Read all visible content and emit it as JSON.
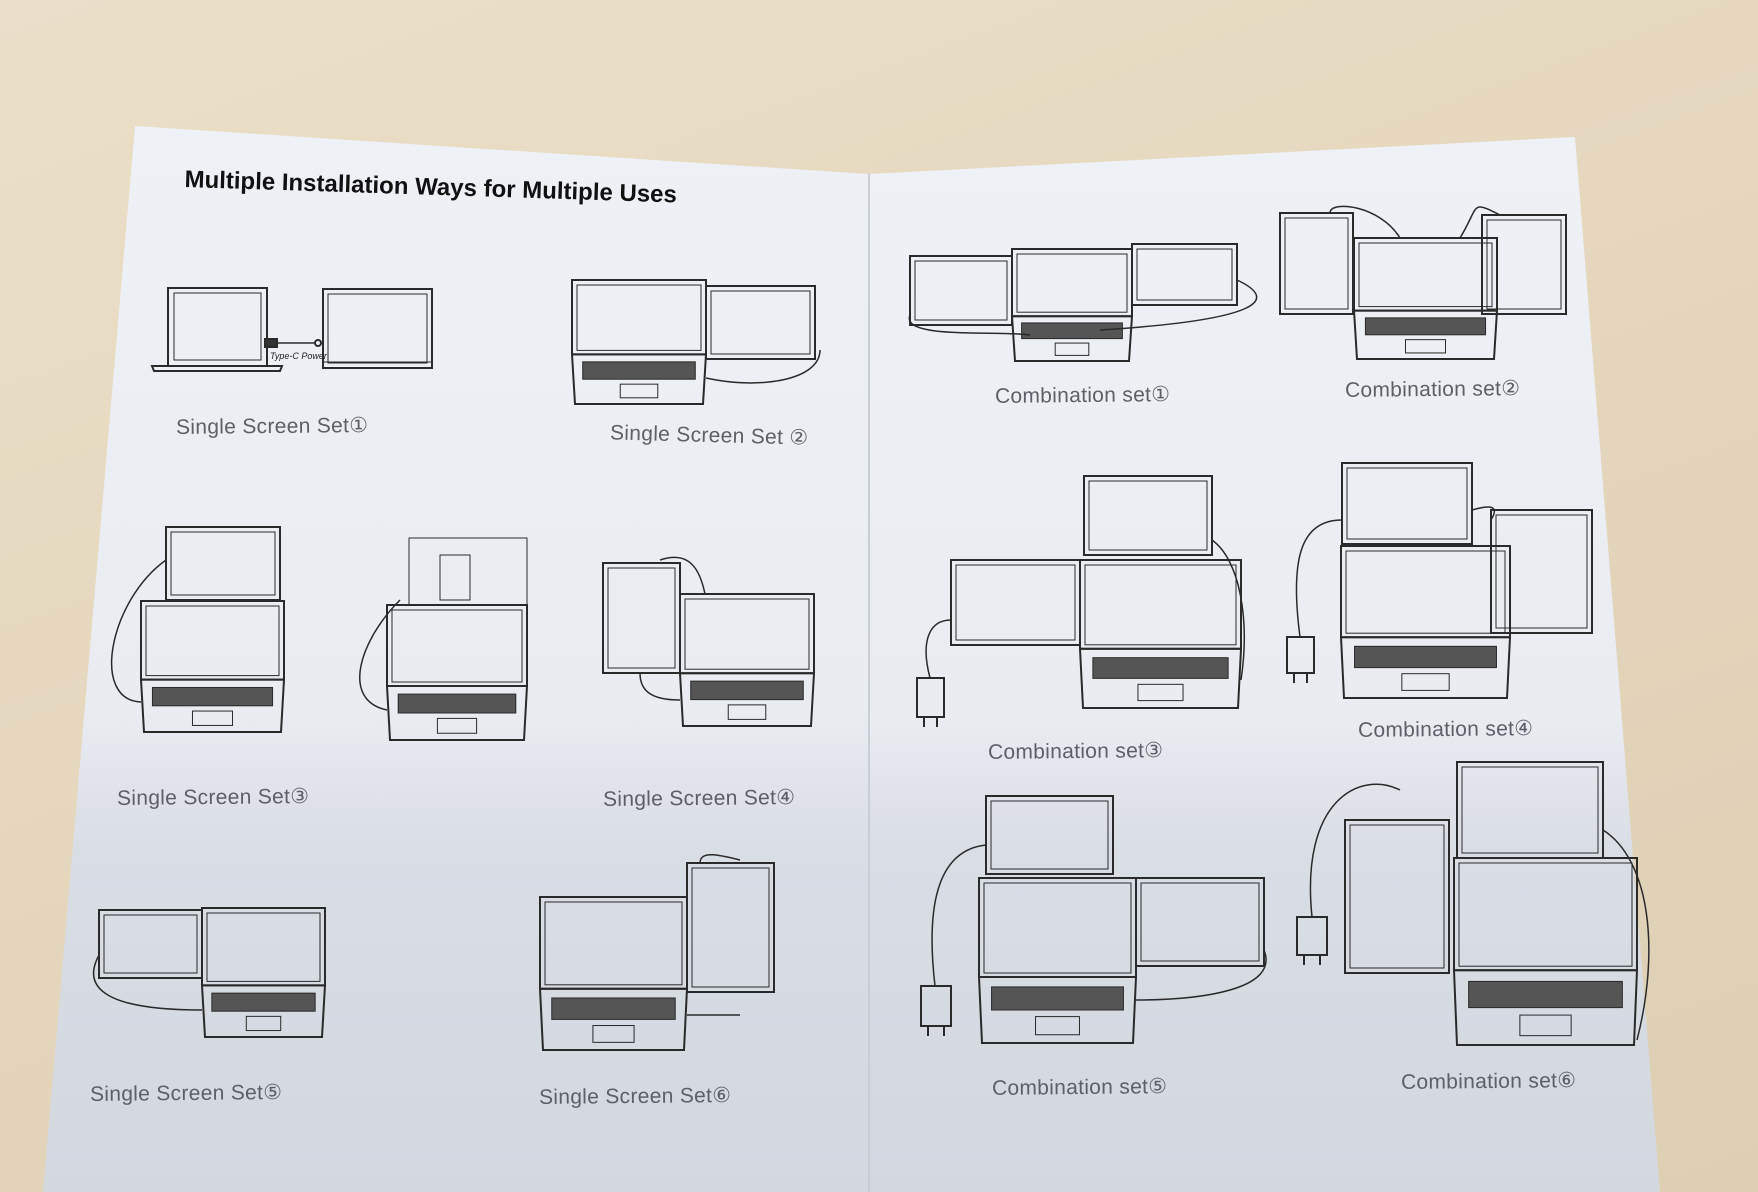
{
  "page": {
    "title": "Multiple Installation Ways for Multiple Uses",
    "cable_label": "Type-C Power"
  },
  "single_screen_sets": [
    {
      "label": "Single Screen Set①"
    },
    {
      "label": "Single Screen Set ②"
    },
    {
      "label": "Single Screen Set③"
    },
    {
      "label": "Single Screen Set④"
    },
    {
      "label": "Single Screen Set⑤"
    },
    {
      "label": "Single Screen Set⑥"
    }
  ],
  "combination_sets": [
    {
      "label": "Combination set①"
    },
    {
      "label": "Combination set②"
    },
    {
      "label": "Combination set③"
    },
    {
      "label": "Combination set④"
    },
    {
      "label": "Combination set⑤"
    },
    {
      "label": "Combination set⑥"
    }
  ]
}
